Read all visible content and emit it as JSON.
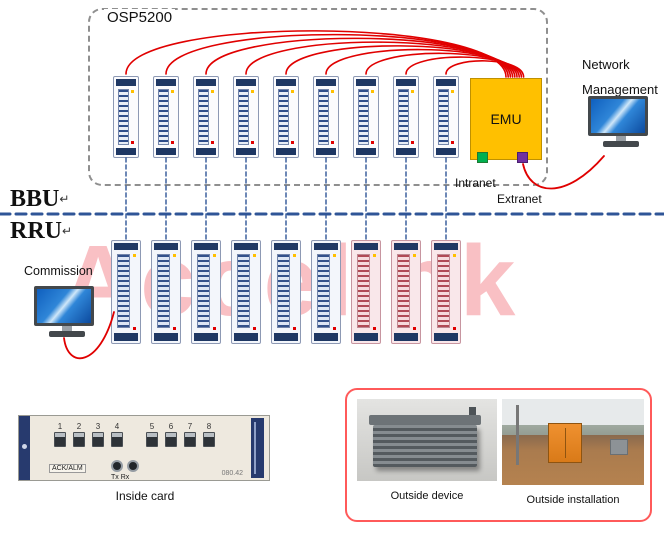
{
  "watermark": {
    "text": "Accelink"
  },
  "colors": {
    "cable_red": "#e00000",
    "line_blue": "#2f5597",
    "emu_yellow": "#ffc000"
  },
  "osp": {
    "label": "OSP5200",
    "emu": "EMU",
    "intranet": "Intranet",
    "extranet": "Extranet",
    "card_count": 9
  },
  "network_management": {
    "line1": "Network",
    "line2": "Management"
  },
  "sections": {
    "bbu": "BBU",
    "rru": "RRU",
    "return_mark": "↵"
  },
  "commission": {
    "label": "Commission"
  },
  "rru": {
    "card_count": 9,
    "pink_count": 3
  },
  "inside_card": {
    "caption": "Inside card",
    "ports": [
      "1",
      "2",
      "3",
      "4",
      "5",
      "6",
      "7",
      "8"
    ],
    "ack_alm": "ACK/ALM",
    "tx_rx": "Tx Rx",
    "serial": "080.42"
  },
  "outside": {
    "device_caption": "Outside device",
    "installation_caption": "Outside installation"
  }
}
